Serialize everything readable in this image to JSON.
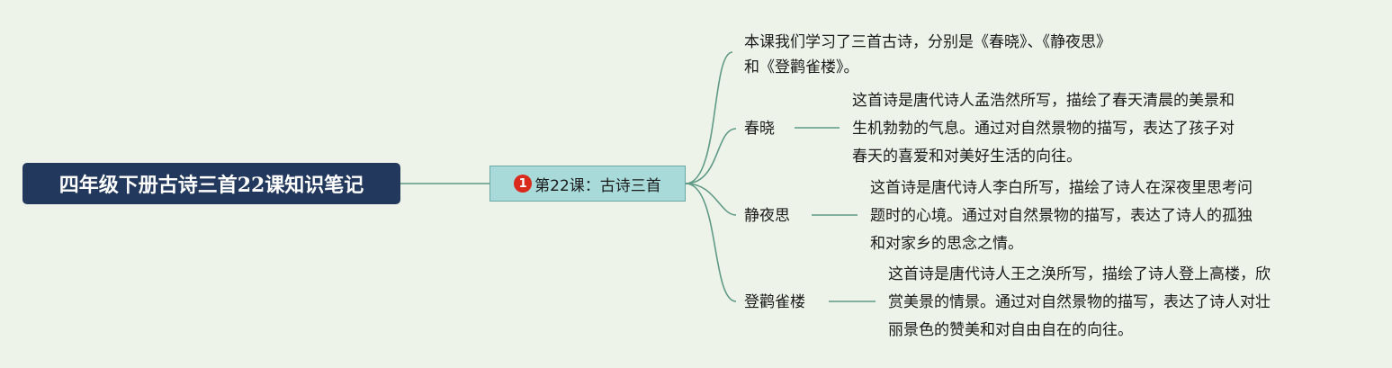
{
  "root": {
    "title": "四年级下册古诗三首22课知识笔记"
  },
  "lesson": {
    "marker": "1",
    "title": "第22课：古诗三首"
  },
  "summary": {
    "lines": [
      "本课我们学习了三首古诗，分别是《春晓》、《静夜思》",
      "和《登鹳雀楼》。"
    ]
  },
  "poems": [
    {
      "title": "春晓",
      "desc_lines": [
        "这首诗是唐代诗人孟浩然所写，描绘了春天清晨的美景和",
        "生机勃勃的气息。通过对自然景物的描写，表达了孩子对",
        "春天的喜爱和对美好生活的向往。"
      ]
    },
    {
      "title": "静夜思",
      "desc_lines": [
        "这首诗是唐代诗人李白所写，描绘了诗人在深夜里思考问",
        "题时的心境。通过对自然景物的描写，表达了诗人的孤独",
        "和对家乡的思念之情。"
      ]
    },
    {
      "title": "登鹳雀楼",
      "desc_lines": [
        "这首诗是唐代诗人王之涣所写，描绘了诗人登上高楼，欣",
        "赏美景的情景。通过对自然景物的描写，表达了诗人对壮",
        "丽景色的赞美和对自由自在的向往。"
      ]
    }
  ],
  "colors": {
    "background": "#eef3ea",
    "root_fill": "#22385c",
    "lesson_fill": "#a8dada",
    "connector": "#5f9a86",
    "marker": "#d92a1c"
  }
}
